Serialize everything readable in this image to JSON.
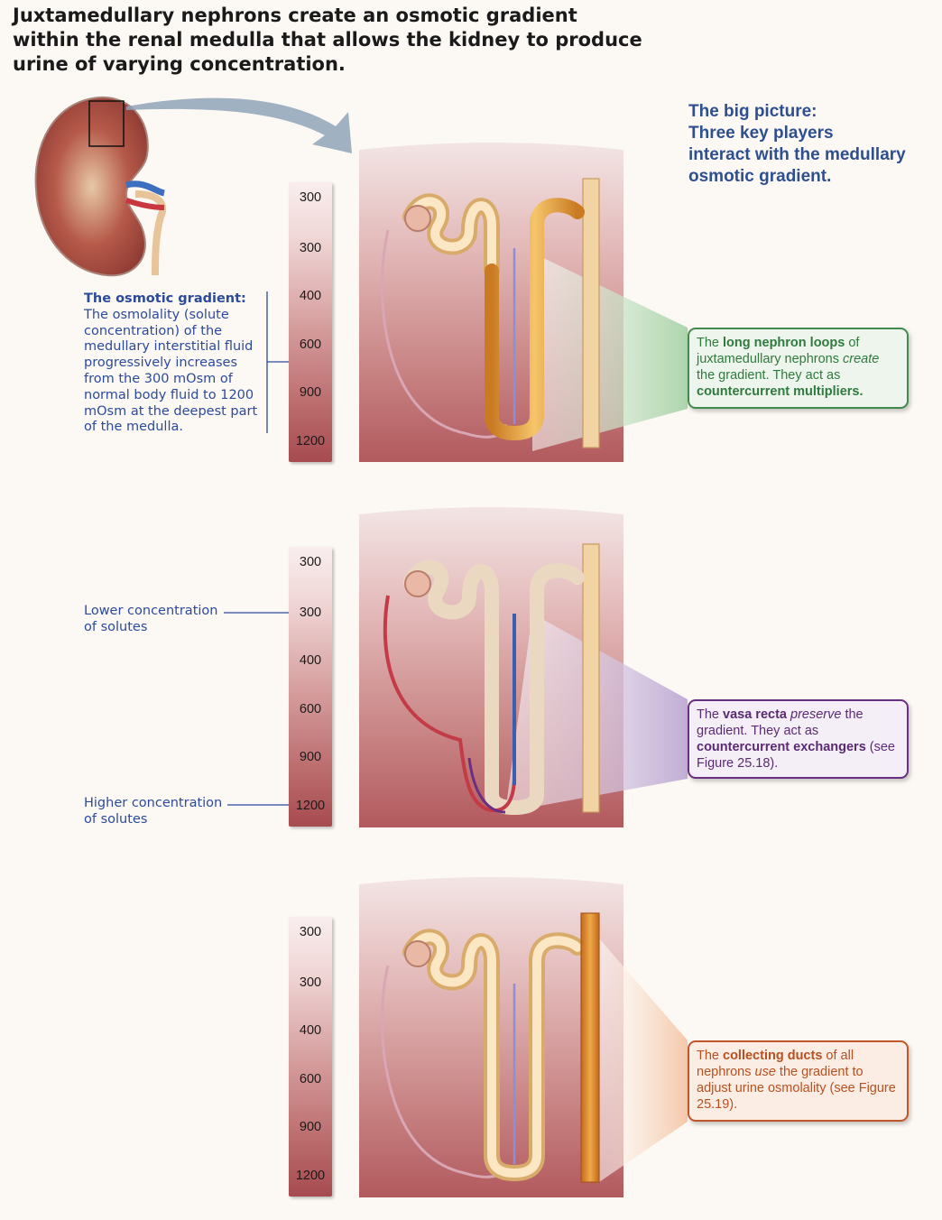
{
  "title": "Juxtamedullary nephrons create an osmotic gradient within the renal medulla that allows the kidney to produce urine of varying concentration.",
  "big_picture": {
    "line1": "The big picture:",
    "line2": "Three key players",
    "line3": "interact with the medullary",
    "line4": "osmotic gradient."
  },
  "osmotic_gradient": {
    "heading": "The osmotic gradient:",
    "body": "The osmolality (solute concentration) of the medullary interstitial fluid progressively increases from the 300 mOsm of normal body fluid to 1200 mOsm at the deepest part of the medulla."
  },
  "scale_ticks": [
    "300",
    "300",
    "400",
    "600",
    "900",
    "1200"
  ],
  "labels": {
    "lower_line1": "Lower concentration",
    "lower_line2": "of solutes",
    "higher_line1": "Higher concentration",
    "higher_line2": "of solutes"
  },
  "callouts": [
    {
      "t1": "The ",
      "b1": "long nephron loops",
      "t2": " of juxtamedullary nephrons ",
      "i1": "create",
      "t3": " the gradient. They act as ",
      "b2": "countercurrent multipliers.",
      "t4": ""
    },
    {
      "t1": "The ",
      "b1": "vasa recta",
      "t2": " ",
      "i1": "preserve",
      "t3": " the gradient. They act as ",
      "b2": "countercurrent exchangers",
      "t4": " (see Figure 25.18)."
    },
    {
      "t1": "The ",
      "b1": "collecting ducts",
      "t2": " of all nephrons ",
      "i1": "use",
      "t3": " the gradient to adjust urine osmolality (see Figure 25.19).",
      "b2": "",
      "t4": ""
    }
  ],
  "colors": {
    "title": "#1a1a1a",
    "big_picture": "#2e4f8f",
    "blue_text": "#2c4a9c",
    "callout_green": "#3f8a4c",
    "callout_purple": "#6a2f83",
    "callout_orange": "#c0562a",
    "tubule": "#f1d3a4",
    "artery": "#c43b48",
    "vein": "#3a5fb0"
  }
}
